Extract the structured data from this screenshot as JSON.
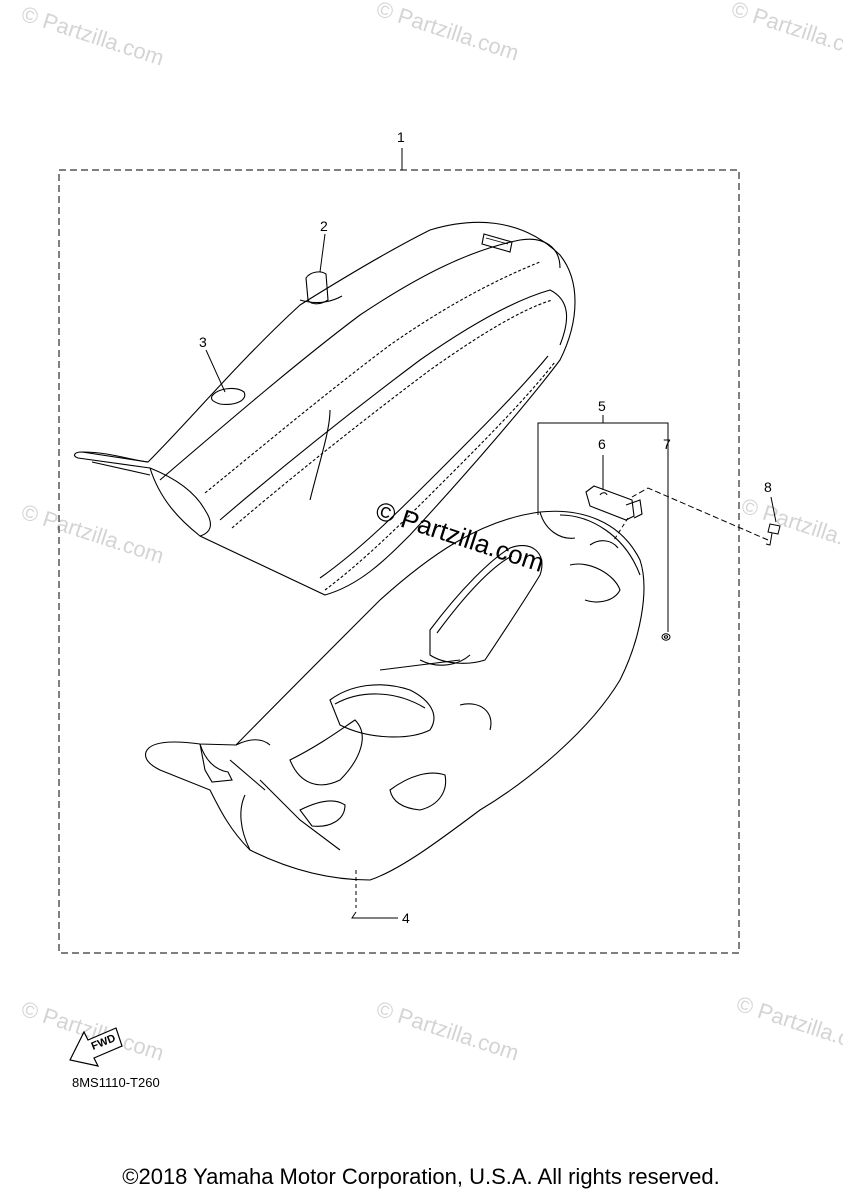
{
  "watermark": {
    "text": "© Partzilla.com",
    "center_text": "© Partzilla.com"
  },
  "callouts": [
    {
      "number": "1"
    },
    {
      "number": "2"
    },
    {
      "number": "3"
    },
    {
      "number": "4"
    },
    {
      "number": "5"
    },
    {
      "number": "6"
    },
    {
      "number": "7"
    },
    {
      "number": "8"
    }
  ],
  "direction_arrow": {
    "label": "FWD",
    "icon": "fwd-arrow-icon"
  },
  "diagram_code": "8MS1110-T260",
  "copyright": "©2018 Yamaha Motor Corporation, U.S.A. All rights reserved.",
  "colors": {
    "line": "#000000",
    "watermark": "#d4d4d4",
    "background": "#ffffff"
  }
}
